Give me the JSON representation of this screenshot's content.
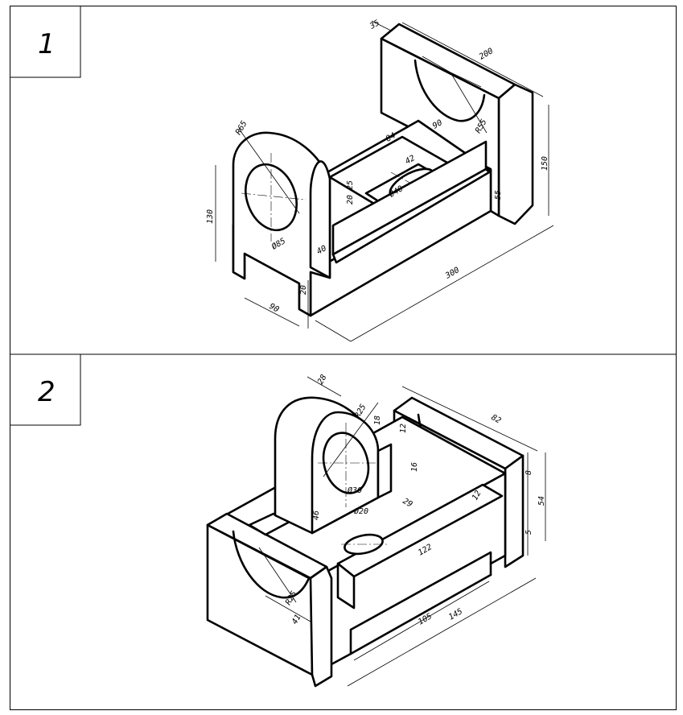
{
  "panels": [
    {
      "number": "1",
      "dimensions": [
        "35",
        "200",
        "90",
        "84",
        "R55",
        "R65",
        "150",
        "42",
        "25",
        "20",
        "Ø40",
        "55",
        "130",
        "Ø85",
        "40",
        "20",
        "90",
        "300"
      ]
    },
    {
      "number": "2",
      "dimensions": [
        "28",
        "R25",
        "18",
        "82",
        "12",
        "16",
        "8",
        "54",
        "Ø30",
        "29",
        "12",
        "46",
        "Ø20",
        "5",
        "122",
        "R25",
        "41",
        "105",
        "145"
      ]
    }
  ],
  "colors": {
    "line": "#000000",
    "paper": "#ffffff"
  }
}
